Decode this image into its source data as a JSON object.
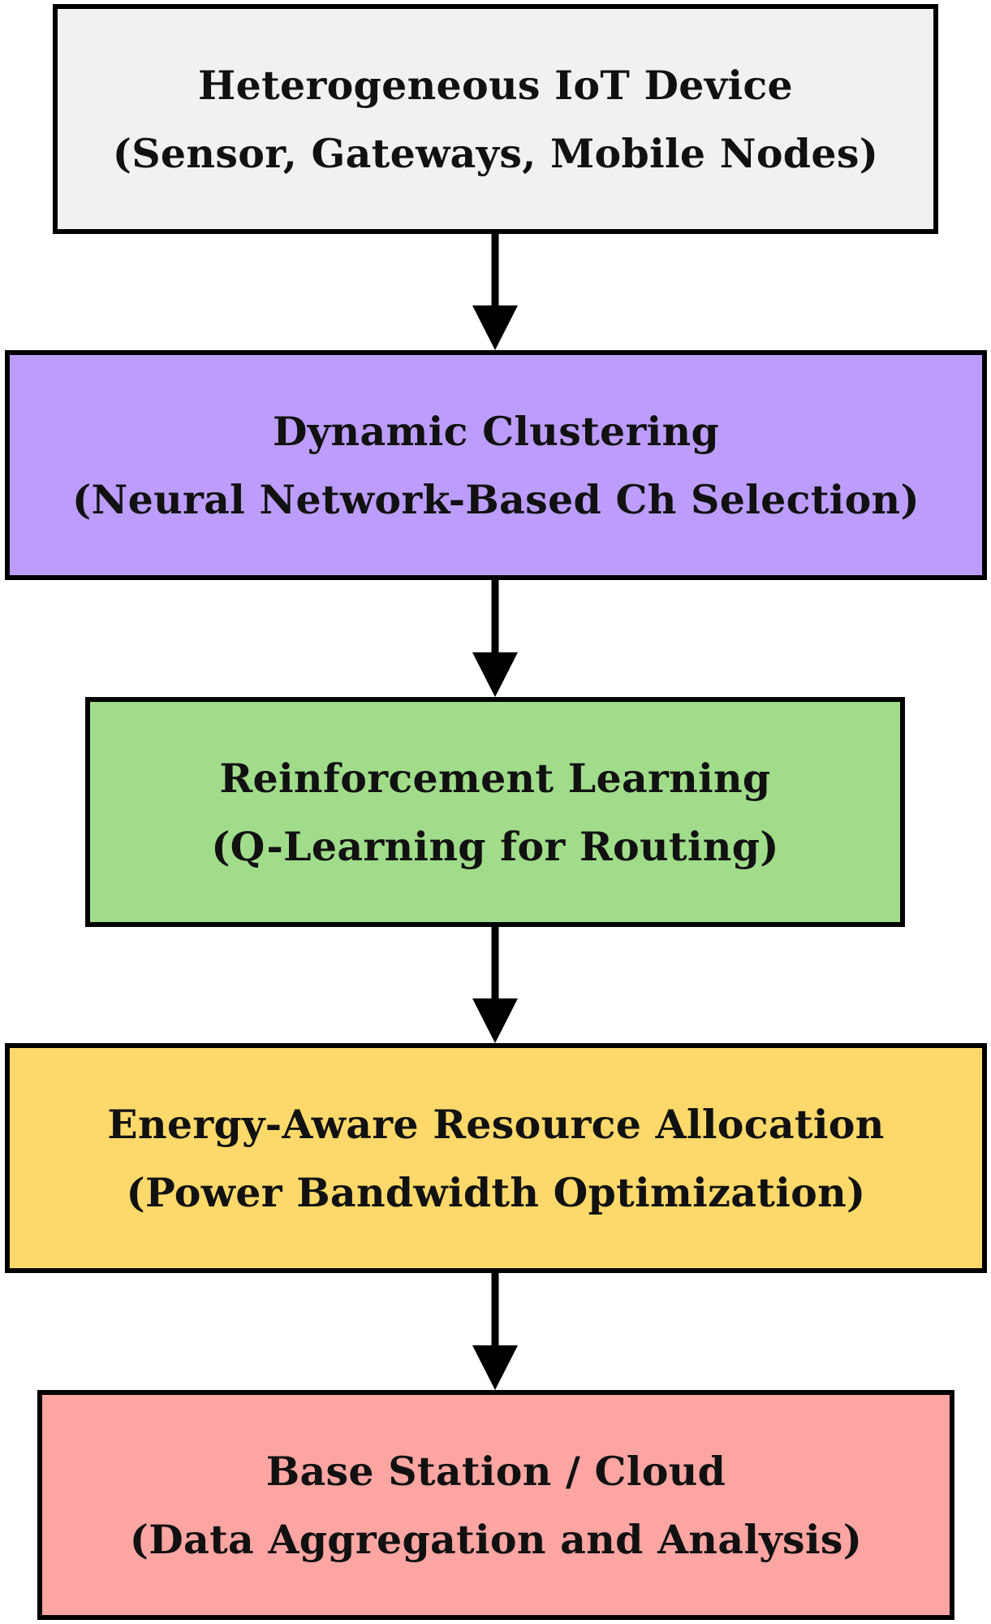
{
  "boxes": [
    {
      "title": "Heterogeneous IoT Device",
      "subtitle": "(Sensor, Gateways, Mobile Nodes)",
      "color": "#f1f1f1"
    },
    {
      "title": "Dynamic Clustering",
      "subtitle": "(Neural Network-Based Ch Selection)",
      "color": "#bc9dfb"
    },
    {
      "title": "Reinforcement Learning",
      "subtitle": "(Q-Learning for Routing)",
      "color": "#a0dc8a"
    },
    {
      "title": "Energy-Aware Resource Allocation",
      "subtitle": "(Power Bandwidth Optimization)",
      "color": "#fcd96a"
    },
    {
      "title": "Base Station / Cloud",
      "subtitle": "(Data Aggregation and Analysis)",
      "color": "#fca5a2"
    }
  ],
  "arrow_color": "#000000"
}
